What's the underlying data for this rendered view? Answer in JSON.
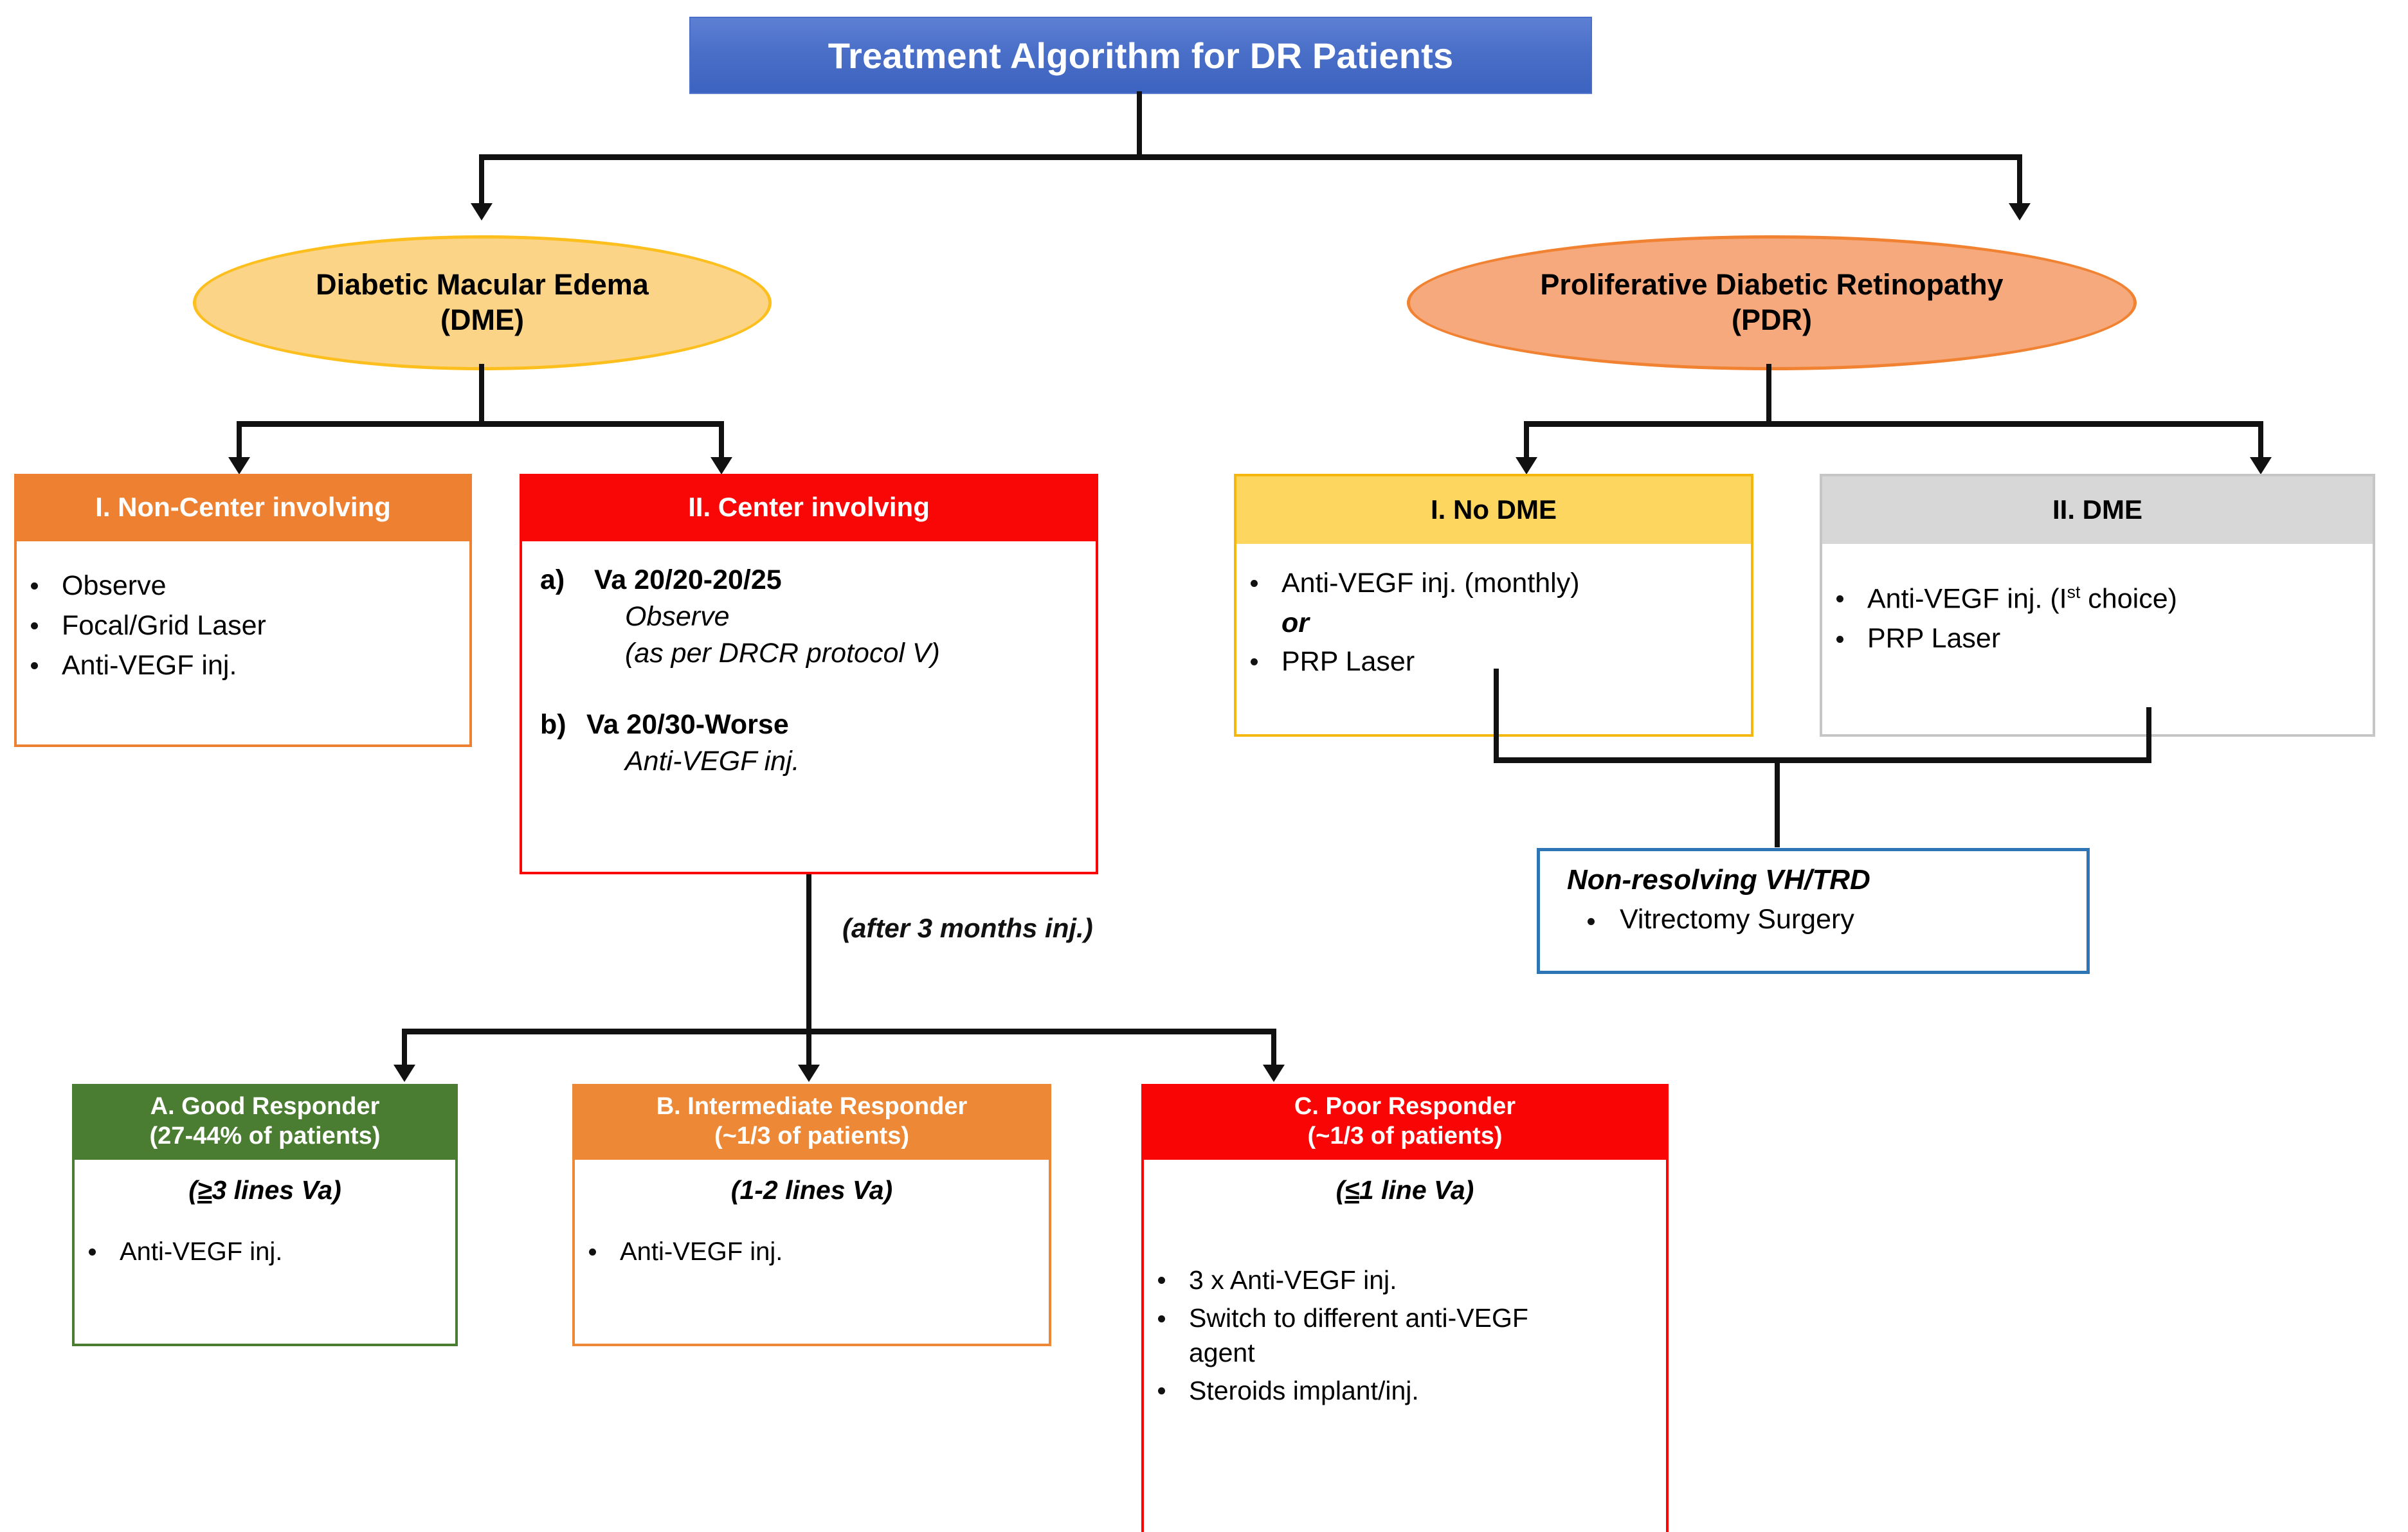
{
  "title": {
    "text": "Treatment Algorithm for DR Patients"
  },
  "branches": {
    "dme": {
      "line1": "Diabetic Macular Edema",
      "line2": "(DME)"
    },
    "pdr": {
      "line1": "Proliferative Diabetic Retinopathy",
      "line2": "(PDR)"
    }
  },
  "dme_options": {
    "non_center": {
      "header": "I. Non-Center involving",
      "items": [
        "Observe",
        "Focal/Grid Laser",
        "Anti-VEGF inj."
      ]
    },
    "center": {
      "header": "II. Center involving",
      "a": {
        "label": "a)",
        "title": "Va 20/20-20/25",
        "sub1": "Observe",
        "sub2": "(as per DRCR protocol V)"
      },
      "b": {
        "label": "b)",
        "title": "Va 20/30-Worse",
        "sub1": "Anti-VEGF inj."
      }
    }
  },
  "pdr_options": {
    "no_dme": {
      "header": "I. No DME",
      "item1": "Anti-VEGF inj. (monthly)",
      "connector": "or",
      "item2": "PRP Laser"
    },
    "dme": {
      "header": "II. DME",
      "item1_pre": "Anti-VEGF inj. (I",
      "item1_sup": "st",
      "item1_post": " choice)",
      "item2": "PRP Laser"
    },
    "vh_trd": {
      "header": "Non-resolving VH/TRD",
      "item": "Vitrectomy Surgery"
    }
  },
  "followup_note": "(after 3 months inj.)",
  "responders": {
    "good": {
      "header_line1": "A. Good Responder",
      "header_line2": "(27-44% of patients)",
      "va_prefix": "(",
      "va_symbol": ">",
      "va_rest": "3 lines Va)",
      "items": [
        "Anti-VEGF inj."
      ]
    },
    "intermediate": {
      "header_line1": "B. Intermediate  Responder",
      "header_line2": "(~1/3 of patients)",
      "va": "(1-2 lines Va)",
      "items": [
        "Anti-VEGF inj."
      ]
    },
    "poor": {
      "header_line1": "C. Poor  Responder",
      "header_line2": "(~1/3 of patients)",
      "va_prefix": "(",
      "va_symbol": "<",
      "va_rest": "1 line Va)",
      "items": [
        "3 x Anti-VEGF inj.",
        "Switch to different anti-VEGF agent",
        "Steroids implant/inj."
      ]
    }
  },
  "colors": {
    "title_blue": "#4a6fc8",
    "dme_fill": "#fbd488",
    "dme_stroke": "#fcbf1e",
    "pdr_fill": "#f5a97d",
    "pdr_stroke": "#f08232",
    "orange": "#ee8031",
    "red": "#f90606",
    "yellow": "#fcd65e",
    "yellow_stroke": "#f5b60d",
    "gray": "#d7d7d7",
    "blue_border": "#2e75b6",
    "green": "#4a7d31"
  }
}
